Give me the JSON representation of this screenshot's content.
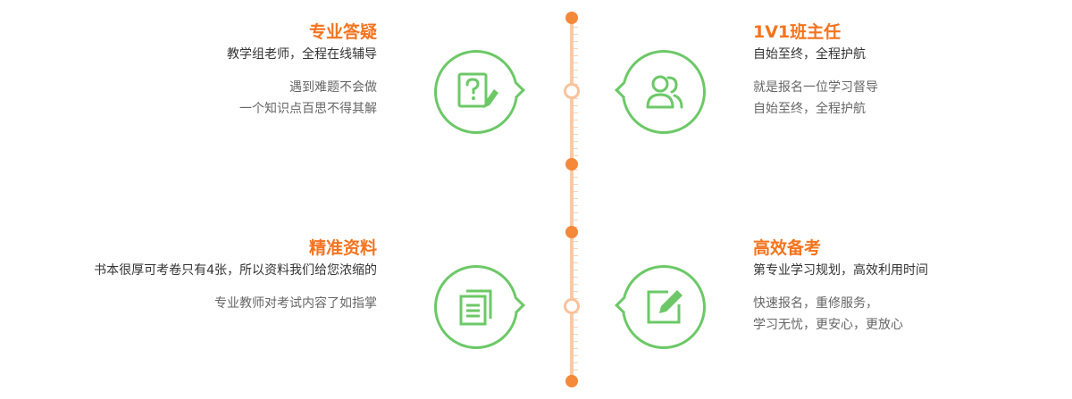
{
  "colors": {
    "accent": "#f5731d",
    "green": "#6cc867",
    "timeline": "#f9c9a4",
    "dot": "#f5893a"
  },
  "items": [
    {
      "title": "专业答疑",
      "subtitle": "教学组老师，全程在线辅导",
      "lines": [
        "遇到难题不会做",
        "一个知识点百思不得其解"
      ],
      "icon": "question-sheet-icon"
    },
    {
      "title": "1V1班主任",
      "subtitle": "自始至终，全程护航",
      "lines": [
        "就是报名一位学习督导",
        "自始至终，全程护航"
      ],
      "icon": "users-icon"
    },
    {
      "title": "精准资料",
      "subtitle": "书本很厚可考卷只有4张，所以资料我们给您浓缩的",
      "lines": [
        "专业教师对考试内容了如指掌"
      ],
      "icon": "document-stack-icon"
    },
    {
      "title": "高效备考",
      "subtitle": "第专业学习规划，高效利用时间",
      "lines": [
        "快速报名，重修服务，",
        "学习无忧，更安心，更放心"
      ],
      "icon": "edit-note-icon"
    }
  ]
}
